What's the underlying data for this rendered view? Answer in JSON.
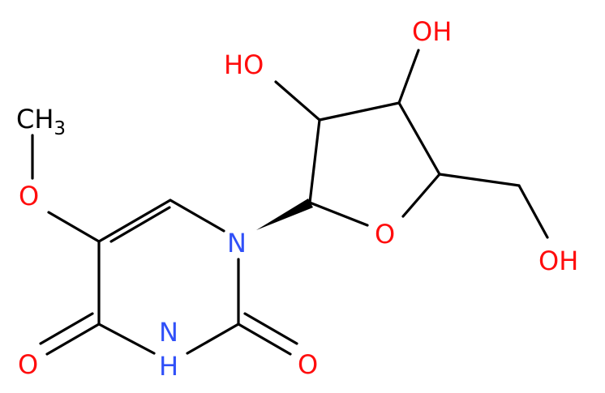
{
  "colors": {
    "oxygen": "#ff0d0d",
    "nitrogen": "#3050f8",
    "carbon": "#000000",
    "bond": "#000000",
    "background": "#ffffff"
  },
  "atoms": {
    "oh_left": "HO",
    "oh_top": "OH",
    "oh_right": "OH",
    "methyl_c": "CH",
    "methyl_sub": "3",
    "ether_o": "O",
    "ring_o": "O",
    "n1": "N",
    "nh_n": "N",
    "nh_h": "H",
    "carbonyl_o_left": "O",
    "carbonyl_o_right": "O"
  }
}
